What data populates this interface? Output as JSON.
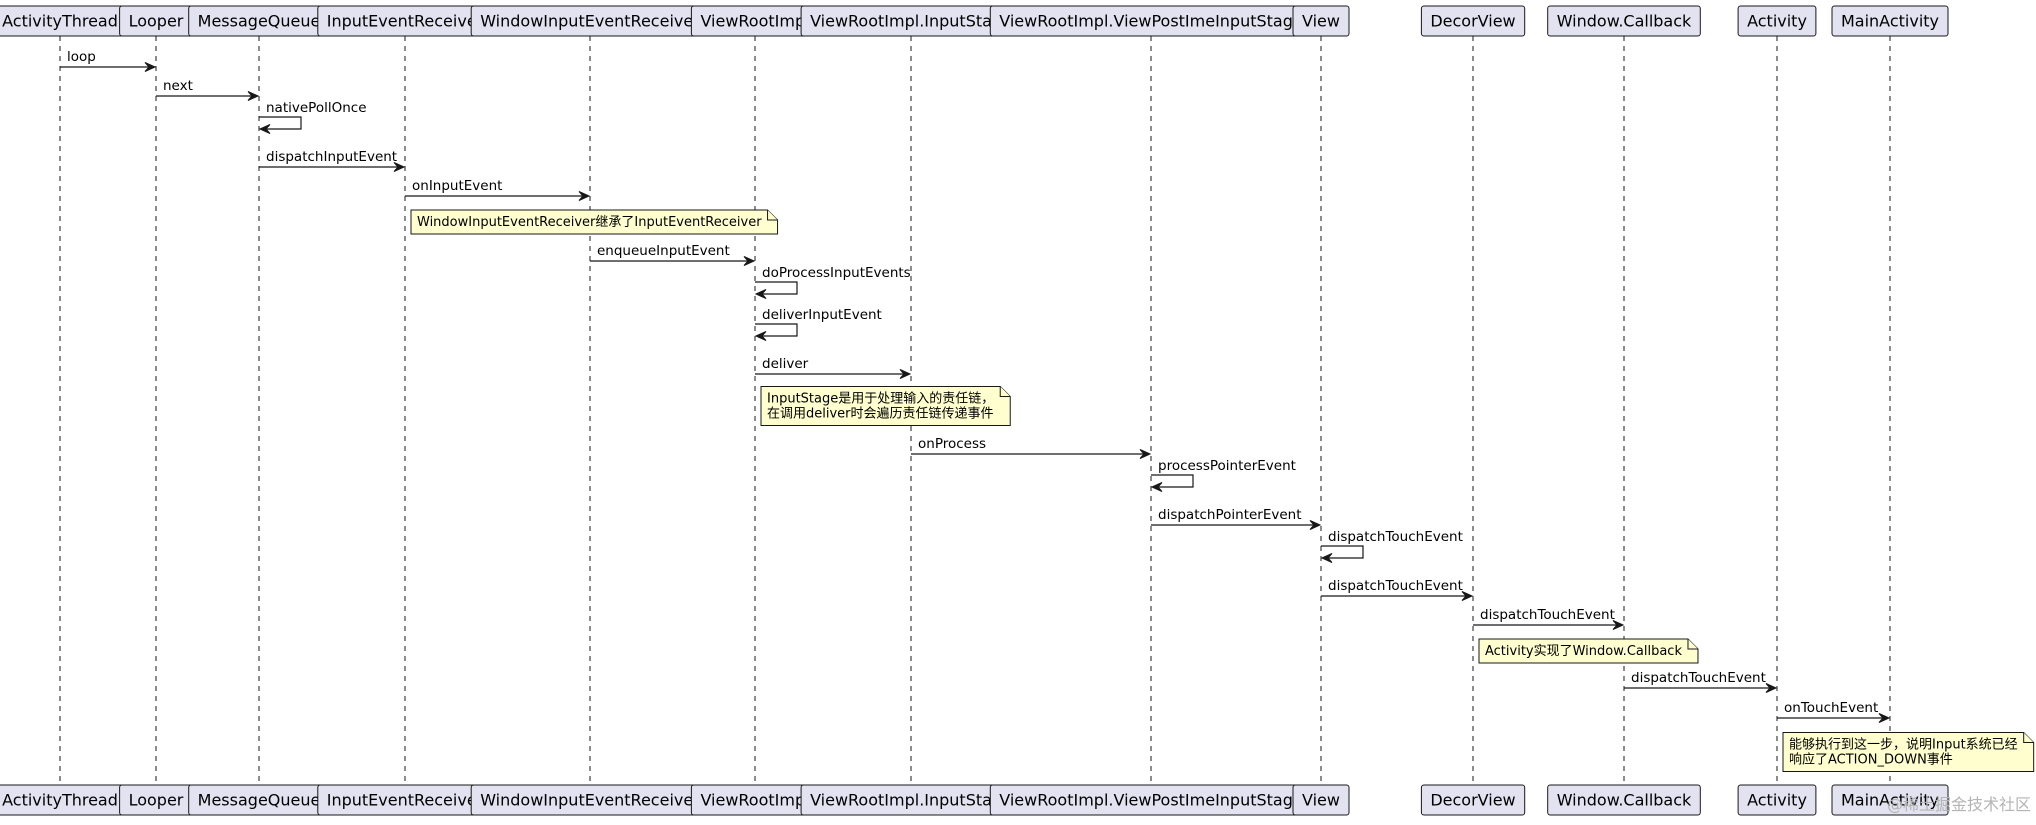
{
  "diagram": {
    "participants": [
      {
        "id": "p0",
        "label": "ActivityThread"
      },
      {
        "id": "p1",
        "label": "Looper"
      },
      {
        "id": "p2",
        "label": "MessageQueue"
      },
      {
        "id": "p3",
        "label": "InputEventReceiver"
      },
      {
        "id": "p4",
        "label": "WindowInputEventReceiver"
      },
      {
        "id": "p5",
        "label": "ViewRootImpl"
      },
      {
        "id": "p6",
        "label": "ViewRootImpl.InputStage"
      },
      {
        "id": "p7",
        "label": "ViewRootImpl.ViewPostImeInputStage"
      },
      {
        "id": "p8",
        "label": "View"
      },
      {
        "id": "p9",
        "label": "DecorView"
      },
      {
        "id": "p10",
        "label": "Window.Callback"
      },
      {
        "id": "p11",
        "label": "Activity"
      },
      {
        "id": "p12",
        "label": "MainActivity"
      }
    ],
    "steps": [
      {
        "kind": "msg",
        "from": "p0",
        "to": "p1",
        "label": "loop"
      },
      {
        "kind": "msg",
        "from": "p1",
        "to": "p2",
        "label": "next"
      },
      {
        "kind": "msg",
        "from": "p2",
        "to": "p2",
        "label": "nativePollOnce"
      },
      {
        "kind": "msg",
        "from": "p2",
        "to": "p3",
        "label": "dispatchInputEvent"
      },
      {
        "kind": "msg",
        "from": "p3",
        "to": "p4",
        "label": "onInputEvent"
      },
      {
        "kind": "note",
        "anchor": "p3",
        "lines": [
          "WindowInputEventReceiver继承了InputEventReceiver"
        ]
      },
      {
        "kind": "msg",
        "from": "p4",
        "to": "p5",
        "label": "enqueueInputEvent"
      },
      {
        "kind": "msg",
        "from": "p5",
        "to": "p5",
        "label": "doProcessInputEvents"
      },
      {
        "kind": "msg",
        "from": "p5",
        "to": "p5",
        "label": "deliverInputEvent"
      },
      {
        "kind": "msg",
        "from": "p5",
        "to": "p6",
        "label": "deliver"
      },
      {
        "kind": "note",
        "anchor": "p5",
        "lines": [
          "InputStage是用于处理输入的责任链，",
          "在调用deliver时会遍历责任链传递事件"
        ]
      },
      {
        "kind": "msg",
        "from": "p6",
        "to": "p7",
        "label": "onProcess"
      },
      {
        "kind": "msg",
        "from": "p7",
        "to": "p7",
        "label": "processPointerEvent"
      },
      {
        "kind": "msg",
        "from": "p7",
        "to": "p8",
        "label": "dispatchPointerEvent"
      },
      {
        "kind": "msg",
        "from": "p8",
        "to": "p8",
        "label": "dispatchTouchEvent"
      },
      {
        "kind": "msg",
        "from": "p8",
        "to": "p9",
        "label": "dispatchTouchEvent"
      },
      {
        "kind": "msg",
        "from": "p9",
        "to": "p10",
        "label": "dispatchTouchEvent"
      },
      {
        "kind": "note",
        "anchor": "p9",
        "lines": [
          "Activity实现了Window.Callback"
        ]
      },
      {
        "kind": "msg",
        "from": "p10",
        "to": "p11",
        "label": "dispatchTouchEvent"
      },
      {
        "kind": "msg",
        "from": "p11",
        "to": "p12",
        "label": "onTouchEvent"
      },
      {
        "kind": "note",
        "anchor": "p11",
        "lines": [
          "能够执行到这一步，说明Input系统已经",
          "响应了ACTION_DOWN事件"
        ]
      }
    ]
  },
  "watermark": {
    "text": "@稀土掘金技术社区"
  },
  "colors": {
    "participant_fill": "#e2e2f0",
    "line": "#181818",
    "note_fill": "#fefece",
    "watermark": "#b4b4b4"
  }
}
